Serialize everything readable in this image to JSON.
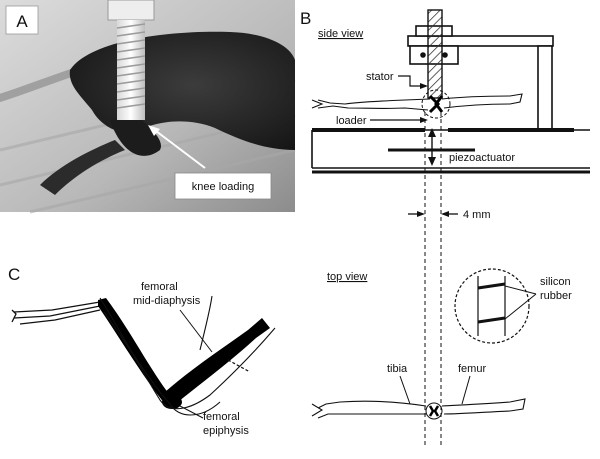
{
  "panels": {
    "a": {
      "letter": "A",
      "callout": "knee loading"
    },
    "b": {
      "letter": "B",
      "side_view_title": "side view",
      "top_view_title": "top view",
      "labels": {
        "stator": "stator",
        "loader": "loader",
        "piezoactuator": "piezoactuator",
        "gap": "4 mm",
        "silicon": "silicon",
        "rubber": "rubber",
        "tibia": "tibia",
        "femur": "femur"
      }
    },
    "c": {
      "letter": "C",
      "labels": {
        "femoral_1": "femoral",
        "mid_diaphysis": "mid-diaphysis",
        "femoral_2": "femoral",
        "epiphysis": "epiphysis"
      }
    }
  },
  "colors": {
    "photo_dark": "#2a2a2a",
    "photo_light": "#c9c9c9",
    "line": "#111111",
    "bone_fill": "#000000"
  }
}
